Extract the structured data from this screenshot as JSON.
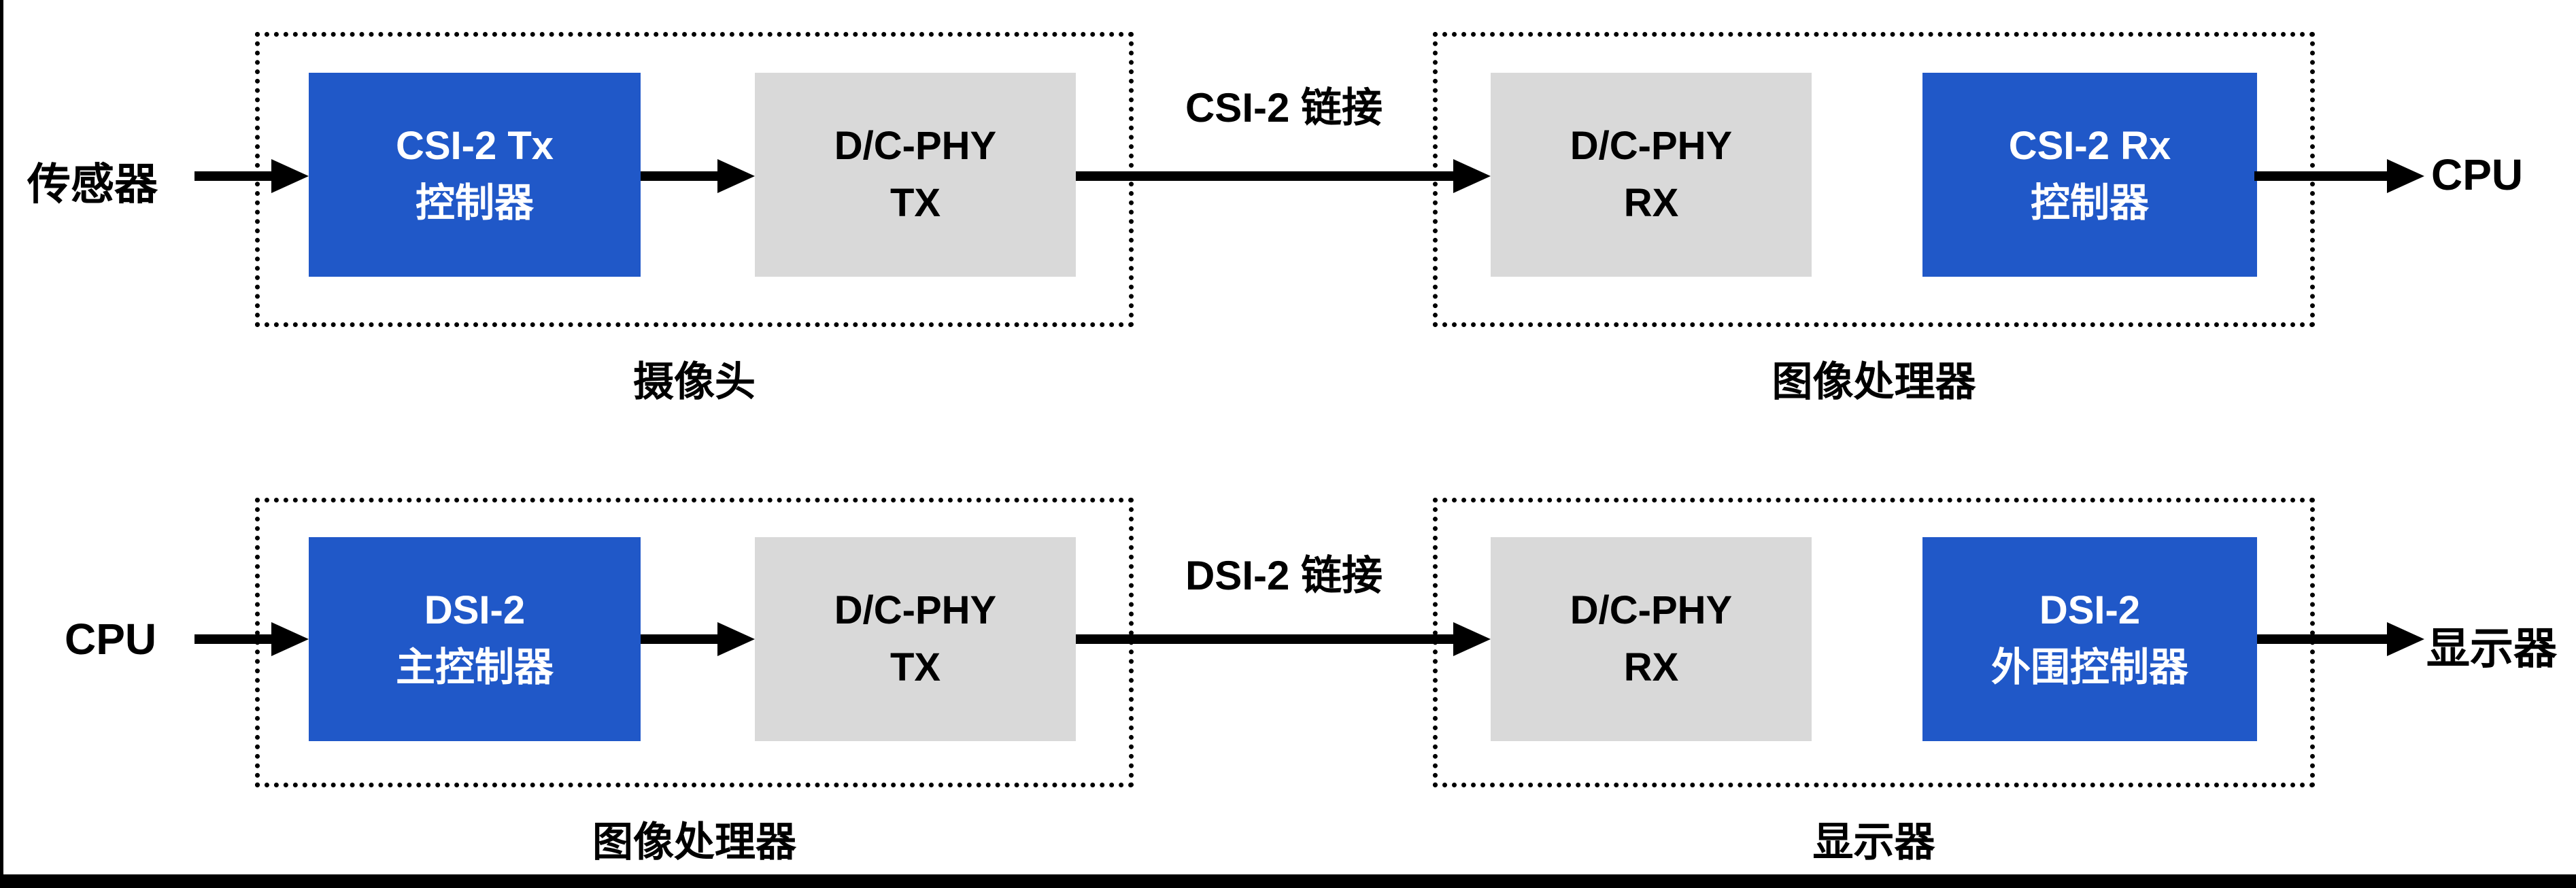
{
  "colors": {
    "block_blue": "#2058C8",
    "block_gray": "#D9D9D9",
    "text_on_blue": "#FFFFFF",
    "text_black": "#000000",
    "frame_black": "#000000",
    "background": "#FFFFFF"
  },
  "rows": [
    {
      "left_label": "传感器",
      "controller_tx": {
        "line1": "CSI-2 Tx",
        "line2": "控制器"
      },
      "phy_tx": {
        "line1": "D/C-PHY",
        "line2": "TX"
      },
      "link_label": "CSI-2 链接",
      "phy_rx": {
        "line1": "D/C-PHY",
        "line2": "RX"
      },
      "controller_rx": {
        "line1": "CSI-2 Rx",
        "line2": "控制器"
      },
      "right_label": "CPU",
      "left_group_caption": "摄像头",
      "right_group_caption": "图像处理器"
    },
    {
      "left_label": "CPU",
      "controller_tx": {
        "line1": "DSI-2",
        "line2": "主控制器"
      },
      "phy_tx": {
        "line1": "D/C-PHY",
        "line2": "TX"
      },
      "link_label": "DSI-2 链接",
      "phy_rx": {
        "line1": "D/C-PHY",
        "line2": "RX"
      },
      "controller_rx": {
        "line1": "DSI-2",
        "line2": "外围控制器"
      },
      "right_label": "显示器",
      "left_group_caption": "图像处理器",
      "right_group_caption": "显示器"
    }
  ]
}
